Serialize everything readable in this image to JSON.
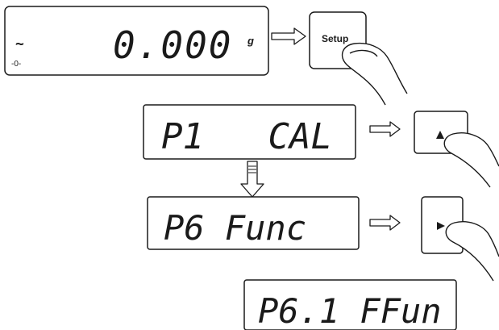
{
  "colors": {
    "stroke": "#1a1a1a",
    "background": "#ffffff",
    "arrow_fill": "#ffffff"
  },
  "display1": {
    "stable_indicator": "~",
    "zero_indicator": "-0-",
    "value": "0.000",
    "unit": "g"
  },
  "setup_key": {
    "label": "Setup"
  },
  "display2": {
    "text": "P1   CAL"
  },
  "up_key": {
    "icon": "triangle-up-icon"
  },
  "display3": {
    "text": "P6 Func"
  },
  "right_key": {
    "icon": "triangle-right-icon"
  },
  "display4": {
    "text": "P6.1 FFun"
  }
}
